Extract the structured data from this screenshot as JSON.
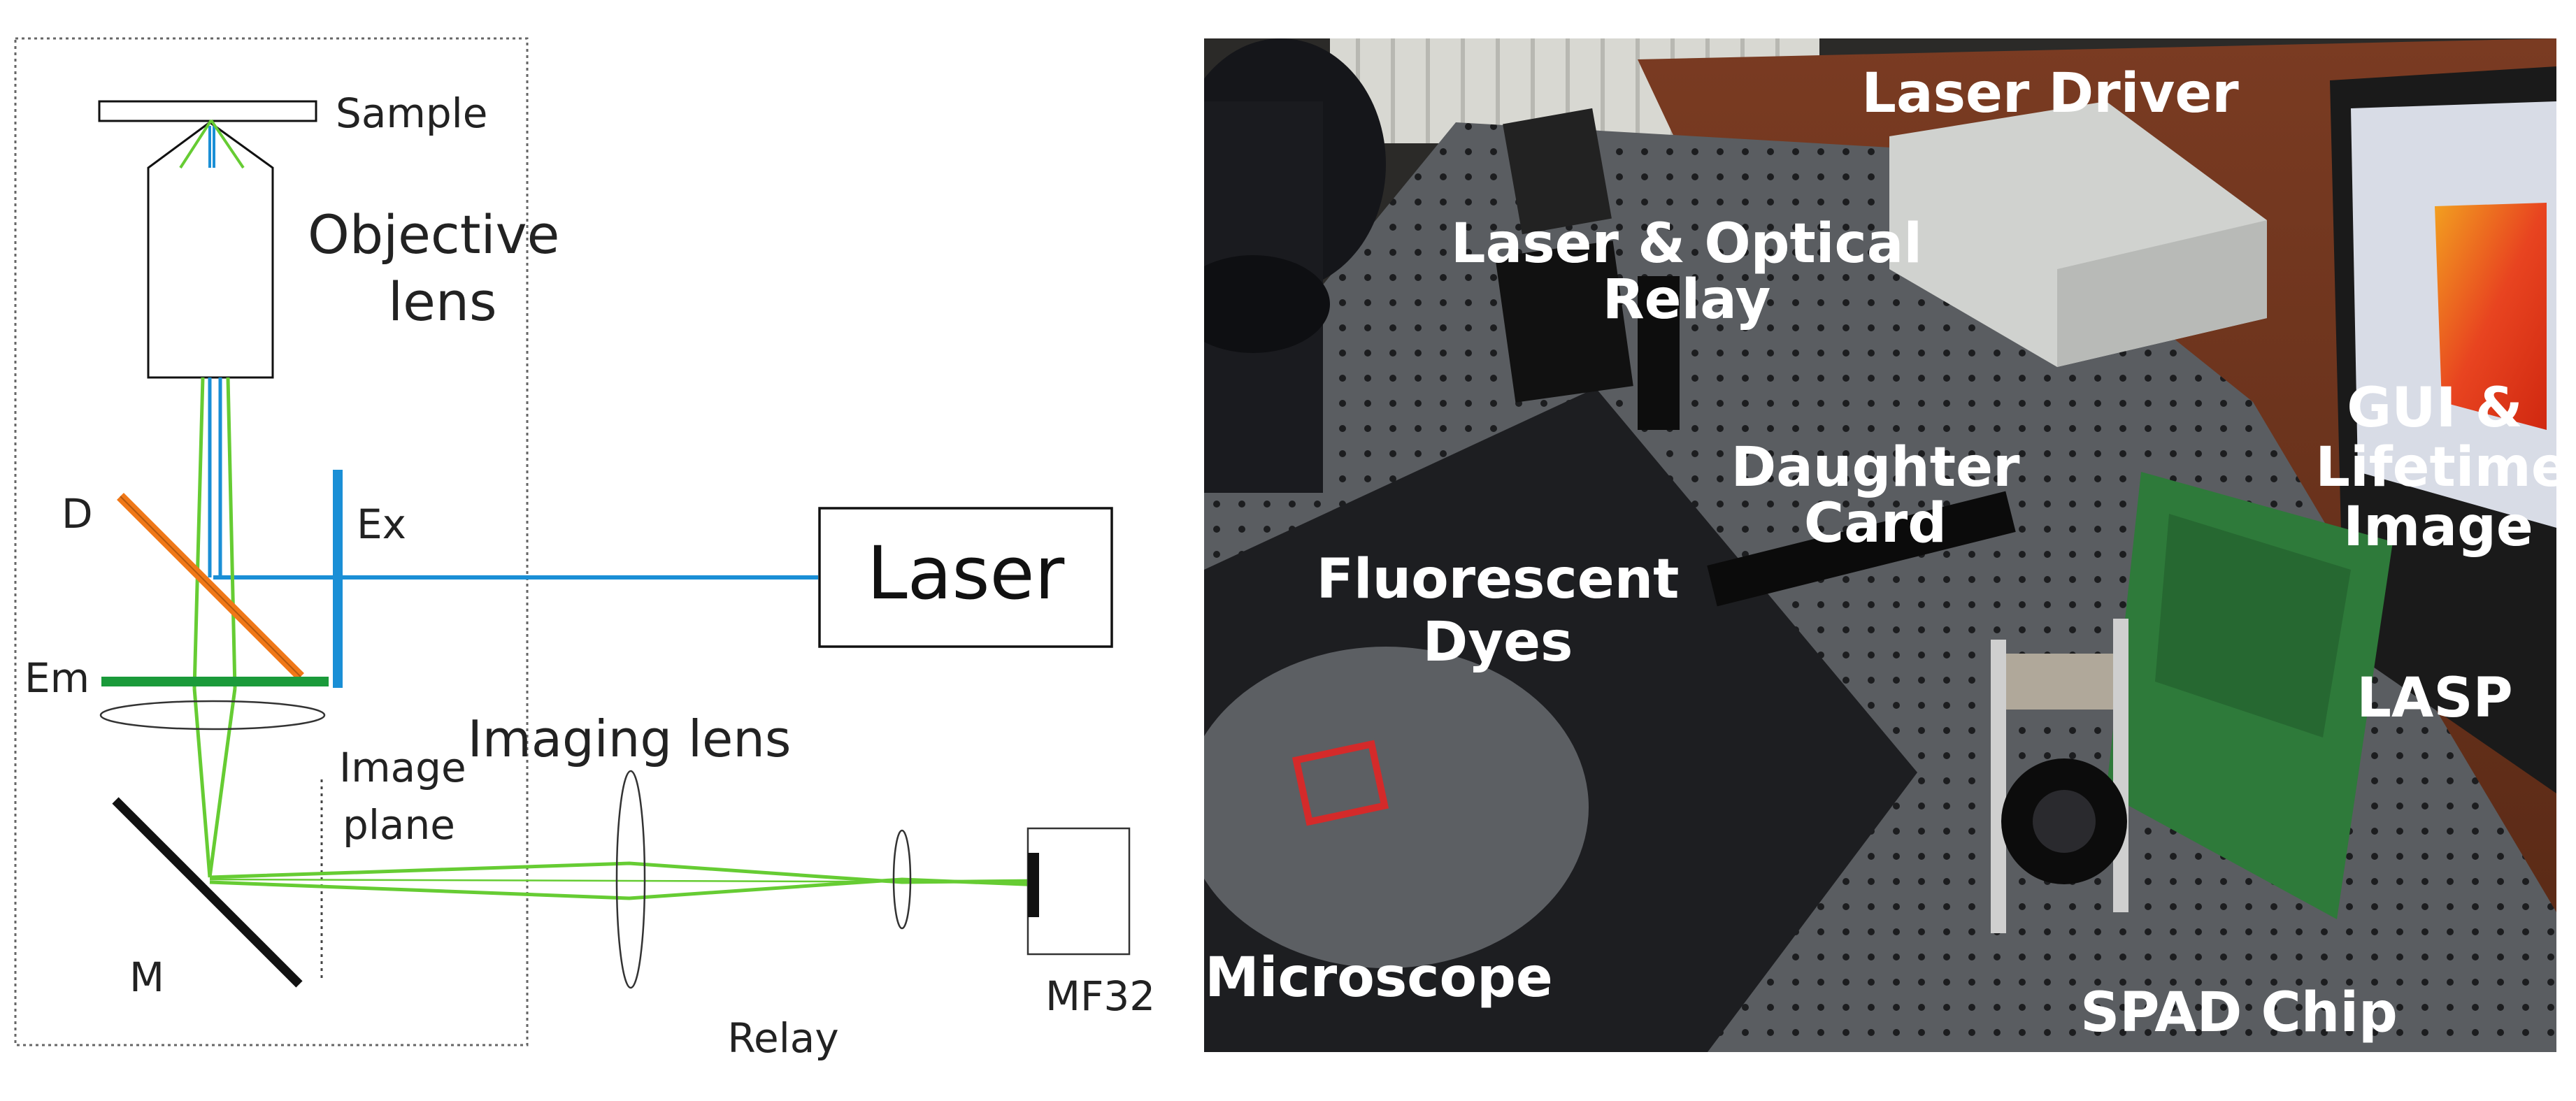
{
  "diagram": {
    "labels": {
      "sample": "Sample",
      "objective_1": "Objective",
      "objective_2": "lens",
      "dichroic": "D",
      "excitation": "Ex",
      "emission": "Em",
      "laser": "Laser",
      "image_plane_1": "Image",
      "image_plane_2": "plane",
      "mirror": "M",
      "imaging_lens": "Imaging lens",
      "relay": "Relay",
      "detector": "MF32"
    },
    "colors": {
      "excitation_beam": "#1a8fd6",
      "emission_beam": "#66cc33",
      "dichroic": "#f07818",
      "emission_filter": "#1a9a3a",
      "excitation_filter": "#1a8fd6",
      "outline": "#111111"
    }
  },
  "photo": {
    "labels": {
      "laser_driver": "Laser Driver",
      "laser_relay_1": "Laser & Optical",
      "laser_relay_2": "Relay",
      "daughter_1": "Daughter",
      "daughter_2": "Card",
      "gui_1": "GUI &",
      "gui_2": "Lifetime",
      "gui_3": "Image",
      "dyes_1": "Fluorescent",
      "dyes_2": "Dyes",
      "lasp": "LASP",
      "microscope": "Microscope",
      "spad": "SPAD Chip"
    }
  }
}
